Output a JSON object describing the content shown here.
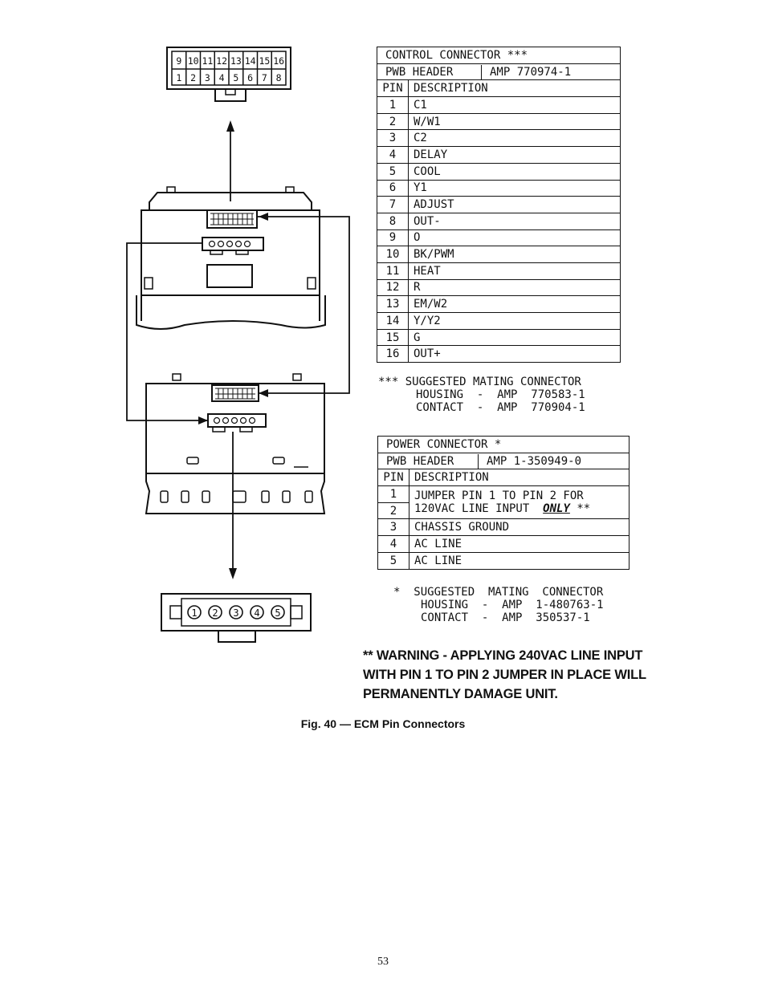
{
  "control_connector": {
    "title": "CONTROL CONNECTOR ***",
    "pwb_label": "PWB HEADER",
    "pwb_part": "AMP 770974-1",
    "pin_header": "PIN",
    "desc_header": "DESCRIPTION",
    "pins": [
      {
        "pin": "1",
        "desc": "C1"
      },
      {
        "pin": "2",
        "desc": "W/W1"
      },
      {
        "pin": "3",
        "desc": "C2"
      },
      {
        "pin": "4",
        "desc": "DELAY"
      },
      {
        "pin": "5",
        "desc": "COOL"
      },
      {
        "pin": "6",
        "desc": "Y1"
      },
      {
        "pin": "7",
        "desc": "ADJUST"
      },
      {
        "pin": "8",
        "desc": "OUT-"
      },
      {
        "pin": "9",
        "desc": "O"
      },
      {
        "pin": "10",
        "desc": "BK/PWM"
      },
      {
        "pin": "11",
        "desc": "HEAT"
      },
      {
        "pin": "12",
        "desc": "R"
      },
      {
        "pin": "13",
        "desc": "EM/W2"
      },
      {
        "pin": "14",
        "desc": "Y/Y2"
      },
      {
        "pin": "15",
        "desc": "G"
      },
      {
        "pin": "16",
        "desc": "OUT+"
      }
    ],
    "note_line1": "*** SUGGESTED MATING CONNECTOR",
    "note_line2": "HOUSING  -  AMP  770583-1",
    "note_line3": "CONTACT  -  AMP  770904-1"
  },
  "power_connector": {
    "title": "POWER CONNECTOR *",
    "pwb_label": "PWB HEADER",
    "pwb_part": "AMP 1-350949-0",
    "pin_header": "PIN",
    "desc_header": "DESCRIPTION",
    "jumper_line1": "JUMPER  PIN  1  TO  PIN  2  FOR",
    "jumper_line2": "120VAC  LINE  INPUT",
    "jumper_only": "ONLY",
    "jumper_mark": "**",
    "pins": [
      {
        "pin": "1"
      },
      {
        "pin": "2"
      },
      {
        "pin": "3",
        "desc": "CHASSIS  GROUND"
      },
      {
        "pin": "4",
        "desc": "AC  LINE"
      },
      {
        "pin": "5",
        "desc": "AC  LINE"
      }
    ],
    "note_line1": "*  SUGGESTED  MATING  CONNECTOR",
    "note_line2": "HOUSING  -  AMP  1-480763-1",
    "note_line3": "CONTACT  -  AMP  350537-1"
  },
  "connector_top": {
    "top_row": [
      "9",
      "10",
      "11",
      "12",
      "13",
      "14",
      "15",
      "16"
    ],
    "bottom_row": [
      "1",
      "2",
      "3",
      "4",
      "5",
      "6",
      "7",
      "8"
    ]
  },
  "connector_bottom": {
    "pins": [
      "1",
      "2",
      "3",
      "4",
      "5"
    ]
  },
  "warning": {
    "line1": "** WARNING - APPLYING 240VAC LINE INPUT",
    "line2": "WITH PIN 1 TO PIN 2 JUMPER IN PLACE WILL",
    "line3": "PERMANENTLY DAMAGE UNIT."
  },
  "caption": "Fig. 40 — ECM Pin Connectors",
  "page_number": "53"
}
